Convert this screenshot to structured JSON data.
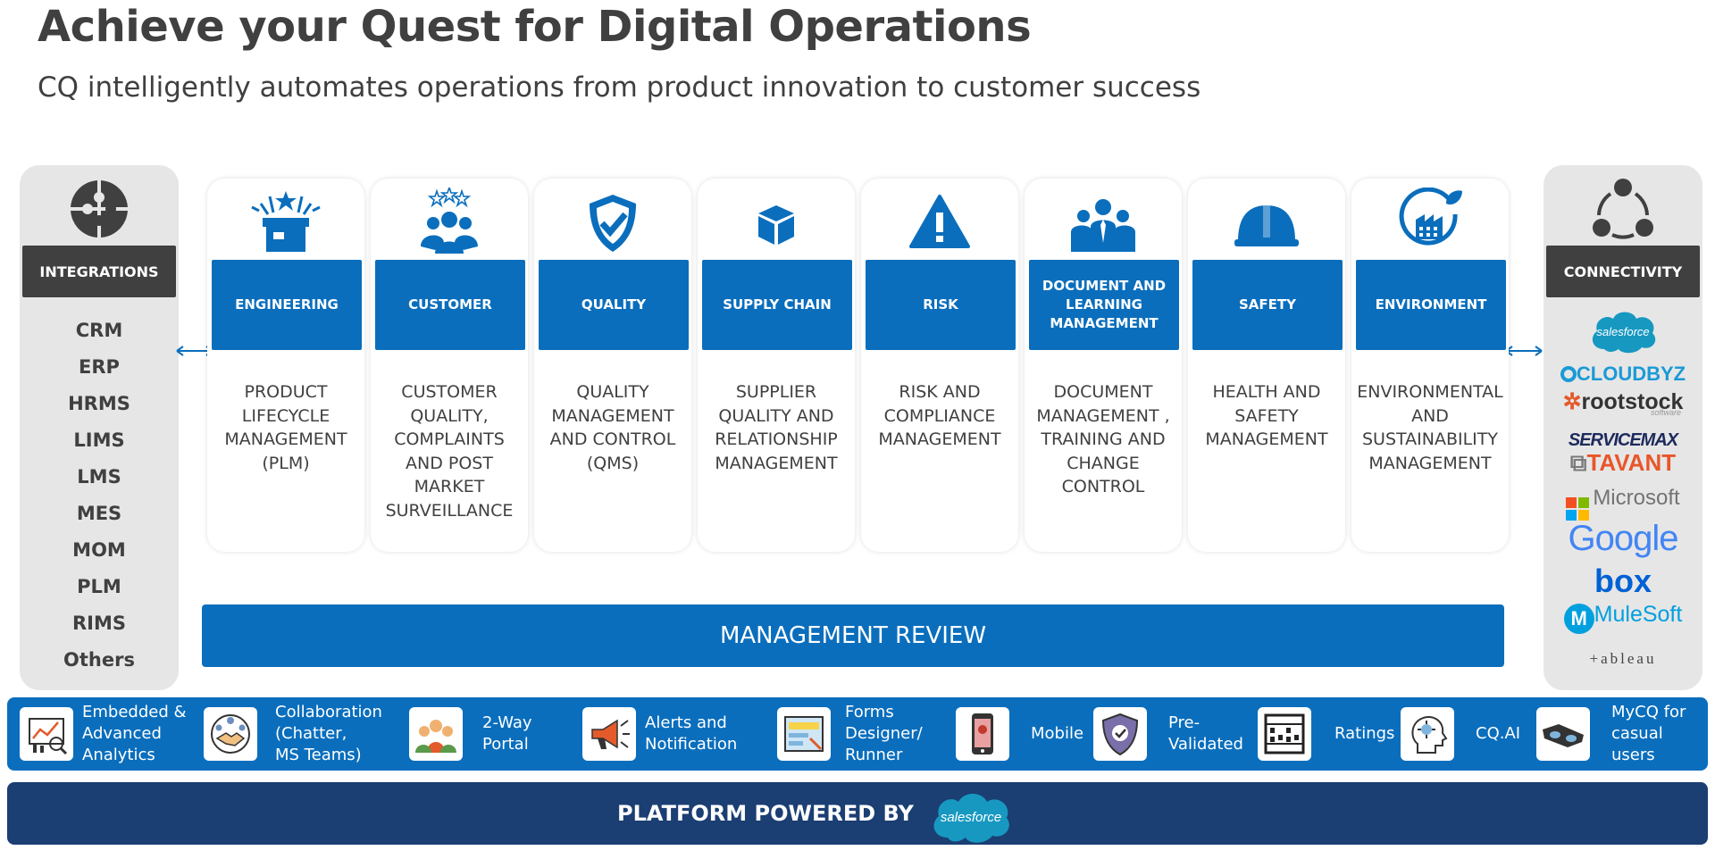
{
  "header": {
    "title": "Achieve your Quest for Digital Operations",
    "subtitle": "CQ intelligently automates operations from product innovation to customer success"
  },
  "integrations": {
    "label": "INTEGRATIONS",
    "items": [
      "CRM",
      "ERP",
      "HRMS",
      "LIMS",
      "LMS",
      "MES",
      "MOM",
      "PLM",
      "RIMS",
      "Others"
    ]
  },
  "connectivity": {
    "label": "CONNECTIVITY",
    "logos": [
      "salesforce",
      "CLOUDBYZ",
      "rootstock",
      "software",
      "SERVICEMAX",
      "TAVANT",
      "Microsoft",
      "Google",
      "box",
      "MuleSoft",
      "+ableau"
    ]
  },
  "modules": [
    {
      "head": "ENGINEERING",
      "desc": "PRODUCT LIFECYCLE MANAGEMENT (PLM)",
      "icon": "gift-box-icon"
    },
    {
      "head": "CUSTOMER",
      "desc": "CUSTOMER QUALITY, COMPLAINTS AND POST MARKET SURVEILLANCE",
      "icon": "people-stars-icon"
    },
    {
      "head": "QUALITY",
      "desc": "QUALITY MANAGEMENT AND CONTROL (QMS)",
      "icon": "shield-check-icon"
    },
    {
      "head": "SUPPLY CHAIN",
      "desc": "SUPPLIER QUALITY AND RELATIONSHIP MANAGEMENT",
      "icon": "package-icon"
    },
    {
      "head": "RISK",
      "desc": "RISK AND COMPLIANCE MANAGEMENT",
      "icon": "warning-icon"
    },
    {
      "head": "DOCUMENT AND LEARNING MANAGEMENT",
      "desc": "DOCUMENT MANAGEMENT , TRAINING AND CHANGE CONTROL",
      "icon": "team-icon"
    },
    {
      "head": "SAFETY",
      "desc": "HEALTH AND SAFETY MANAGEMENT",
      "icon": "hard-hat-icon"
    },
    {
      "head": "ENVIRONMENT",
      "desc": "ENVIRONMENTAL AND SUSTAINABILITY MANAGEMENT",
      "icon": "eco-factory-icon"
    }
  ],
  "management_review": "MANAGEMENT REVIEW",
  "features": [
    {
      "label": "Embedded &\nAdvanced\nAnalytics",
      "icon": "analytics-icon"
    },
    {
      "label": "Collaboration\n(Chatter,\nMS Teams)",
      "icon": "handshake-icon"
    },
    {
      "label": "2-Way\nPortal",
      "icon": "group-icon"
    },
    {
      "label": "Alerts and\nNotification",
      "icon": "megaphone-icon"
    },
    {
      "label": "Forms\nDesigner/\nRunner",
      "icon": "form-icon"
    },
    {
      "label": "Mobile",
      "icon": "mobile-icon"
    },
    {
      "label": "Pre-\nValidated",
      "icon": "shield-badge-icon"
    },
    {
      "label": "Ratings",
      "icon": "abacus-icon"
    },
    {
      "label": "CQ.AI",
      "icon": "ai-head-icon"
    },
    {
      "label": "MyCQ for\ncasual users",
      "icon": "vr-glasses-icon"
    }
  ],
  "platform": {
    "text": "PLATFORM POWERED BY",
    "logo": "salesforce"
  },
  "colors": {
    "blue": "#0a6ebd",
    "navy": "#1b3e73",
    "dark_gray": "#404040",
    "panel_gray": "#e7e6e6"
  }
}
